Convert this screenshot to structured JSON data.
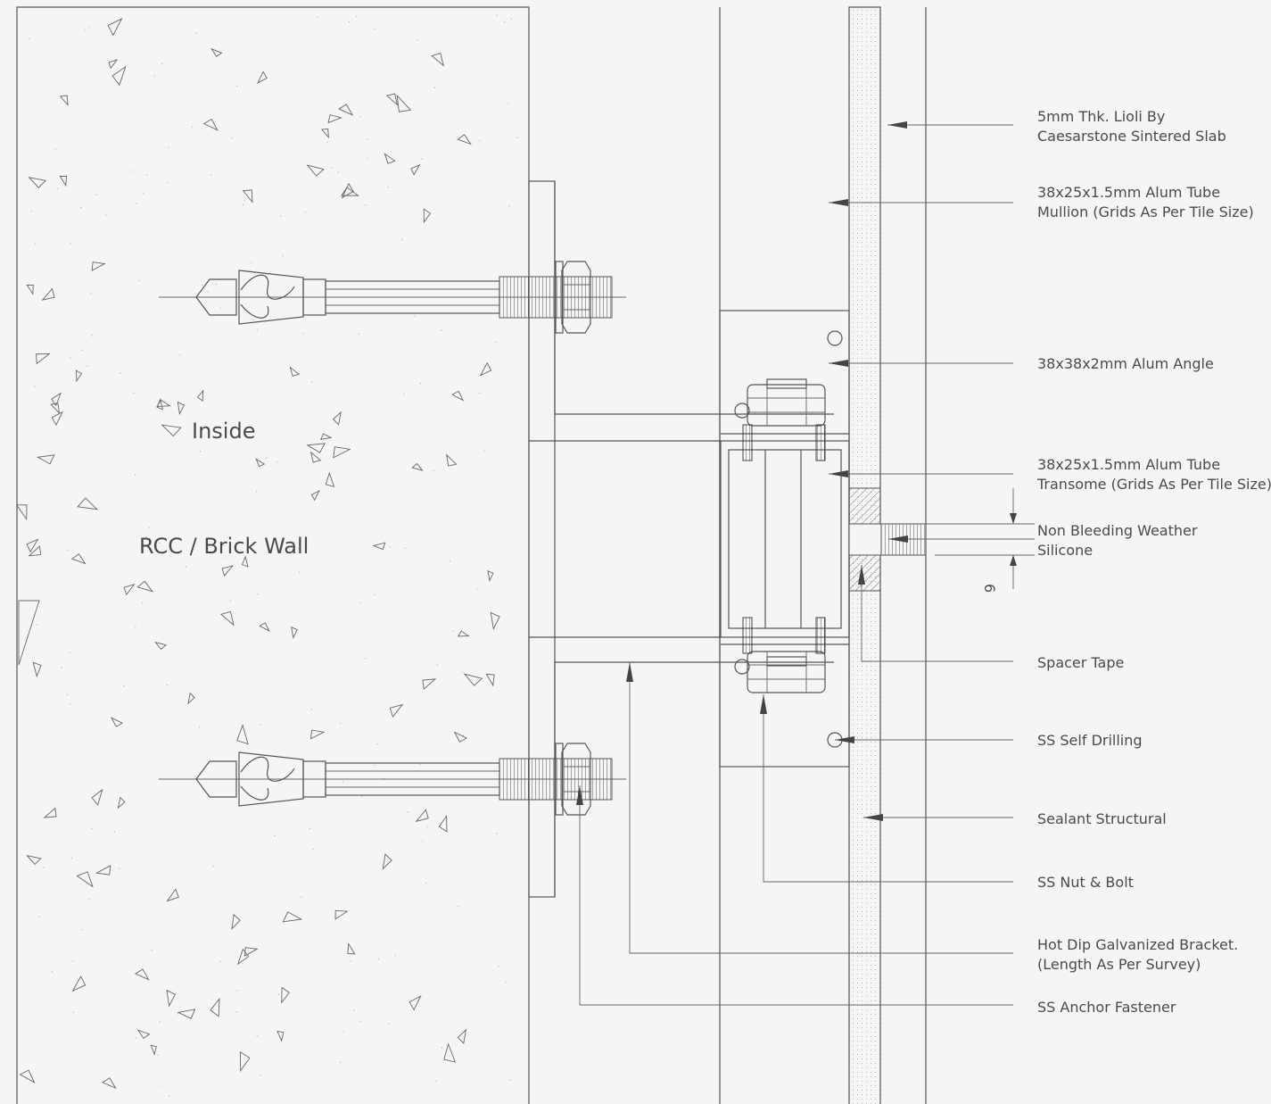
{
  "wall": {
    "inside_label": "Inside",
    "wall_label": "RCC / Brick Wall"
  },
  "dimension": {
    "joint": "6"
  },
  "callouts": [
    {
      "id": "slab",
      "lines": [
        "5mm Thk. Lioli By",
        "Caesarstone Sintered Slab"
      ]
    },
    {
      "id": "mullion",
      "lines": [
        "38x25x1.5mm Alum Tube",
        "Mullion (Grids As Per Tile Size)"
      ]
    },
    {
      "id": "angle",
      "lines": [
        "38x38x2mm Alum  Angle"
      ]
    },
    {
      "id": "transome",
      "lines": [
        "38x25x1.5mm Alum Tube",
        "Transome (Grids As Per Tile Size)"
      ]
    },
    {
      "id": "silicone",
      "lines": [
        "Non Bleeding Weather",
        "Silicone"
      ]
    },
    {
      "id": "spacer",
      "lines": [
        "Spacer Tape"
      ]
    },
    {
      "id": "self-drilling",
      "lines": [
        "SS Self Drilling"
      ]
    },
    {
      "id": "sealant",
      "lines": [
        "Sealant Structural"
      ]
    },
    {
      "id": "nut-bolt",
      "lines": [
        "SS Nut & Bolt"
      ]
    },
    {
      "id": "bracket",
      "lines": [
        "Hot Dip Galvanized Bracket.",
        "(Length  As Per Survey)"
      ]
    },
    {
      "id": "anchor",
      "lines": [
        "SS Anchor Fastener"
      ]
    }
  ]
}
